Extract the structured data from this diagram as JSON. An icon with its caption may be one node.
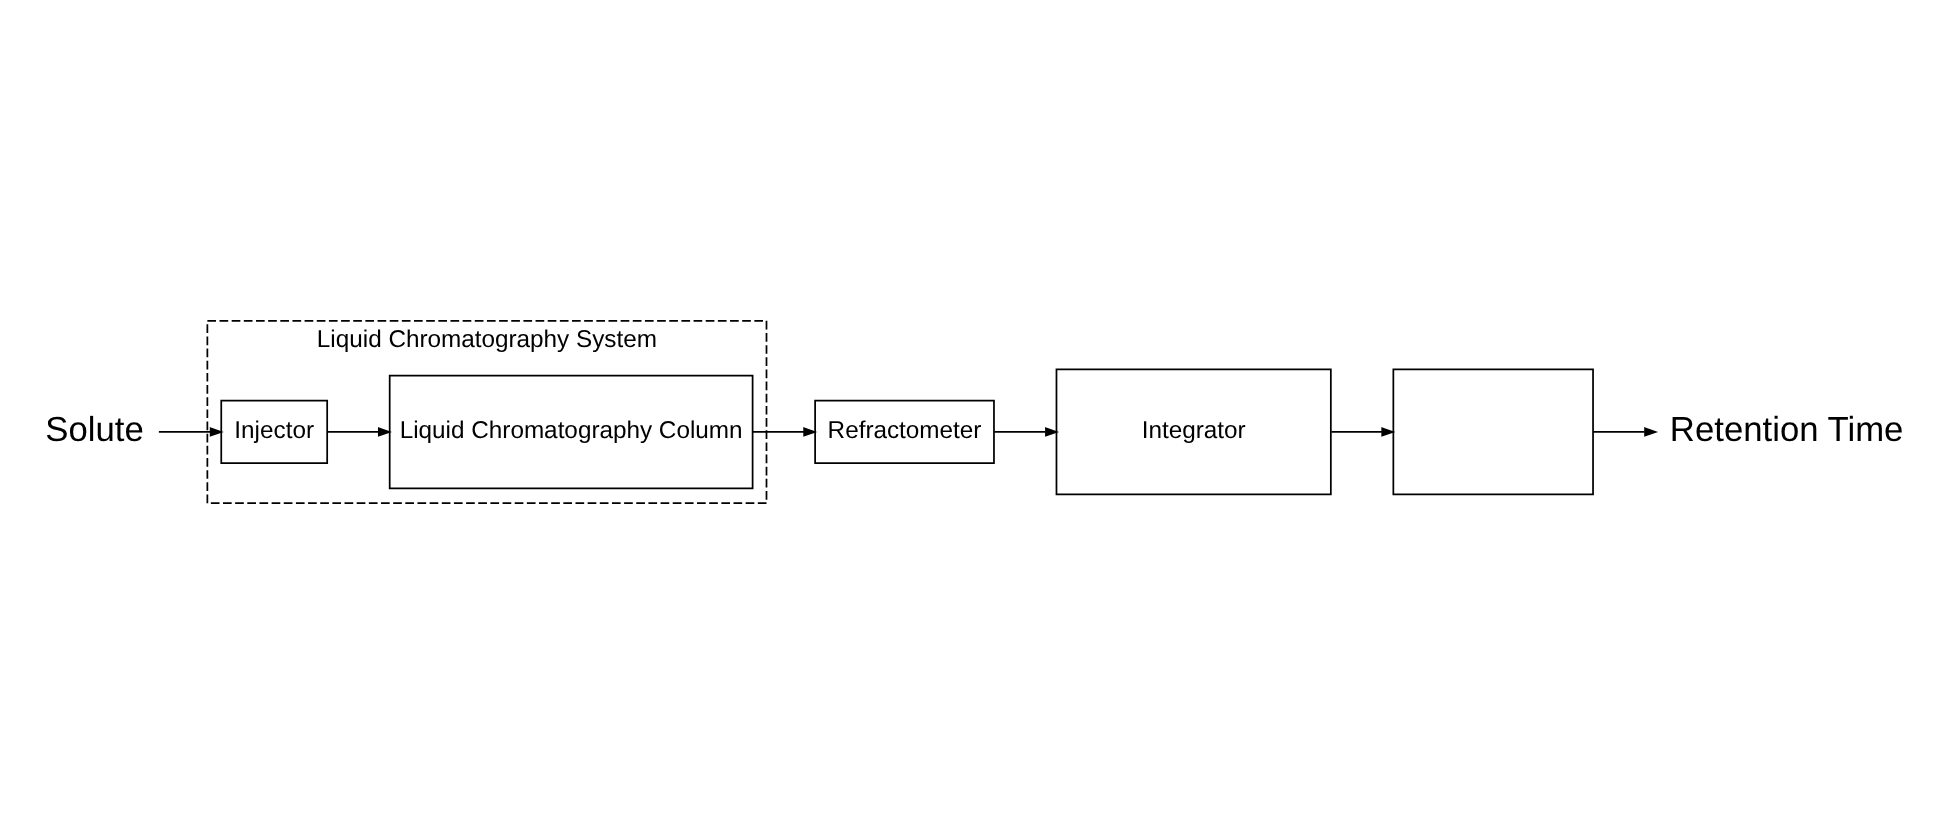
{
  "diagram": {
    "nodes": [
      {
        "text": [
          "Liquid Chromatography System"
        ]
      },
      {
        "text": [
          "Solute"
        ]
      },
      {
        "text": [
          "Injector"
        ],
        "in": 0
      },
      {
        "text": [
          "Liquid Chromatography Column"
        ],
        "in": 0
      },
      {
        "text": [
          "Refractometer"
        ]
      },
      {
        "text": [
          "Integrator"
        ]
      },
      {
        "text": [],
        "shape": "box"
      },
      {
        "text": [
          "Retention Time"
        ]
      }
    ],
    "edges": [
      {
        "from": 1,
        "to": 2,
        "arrow": "to"
      },
      {
        "from": 2,
        "to": 3,
        "arrow": "to"
      },
      {
        "from": 3,
        "to": 4,
        "arrow": "to"
      },
      {
        "from": 4,
        "to": 5,
        "arrow": "to"
      },
      {
        "from": 5,
        "to": 6,
        "arrow": "to"
      },
      {
        "from": 6,
        "to": 7,
        "arrow": "to"
      }
    ]
  }
}
